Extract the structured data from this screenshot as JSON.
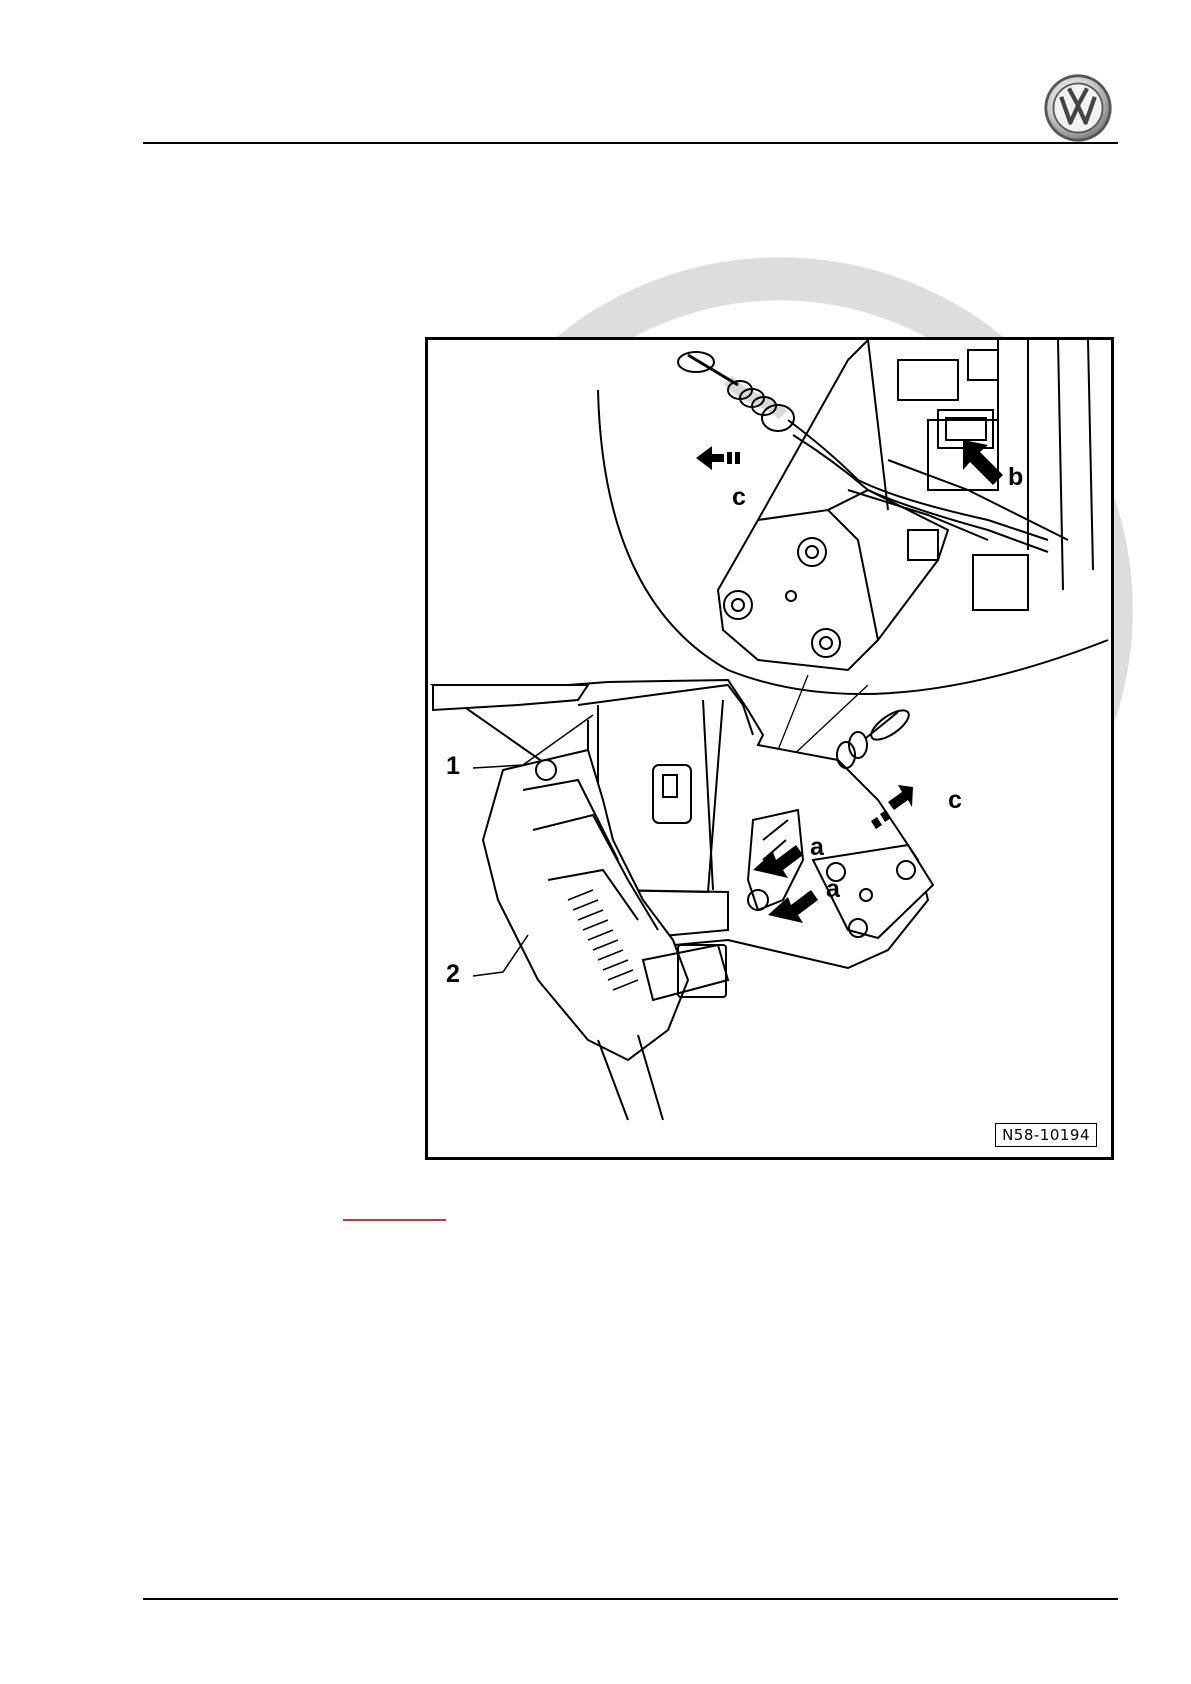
{
  "brand": {
    "logo_icon": "vw-logo-icon",
    "watermark_icon": "vw-watermark-icon"
  },
  "figure": {
    "code": "N58-10194",
    "callouts": {
      "part1": "1",
      "part2": "2",
      "a1": "a",
      "a2": "a",
      "b": "b",
      "c_top": "c",
      "c_right": "c"
    }
  },
  "colors": {
    "rule": "#000000",
    "link_underline": "#cc3333"
  }
}
